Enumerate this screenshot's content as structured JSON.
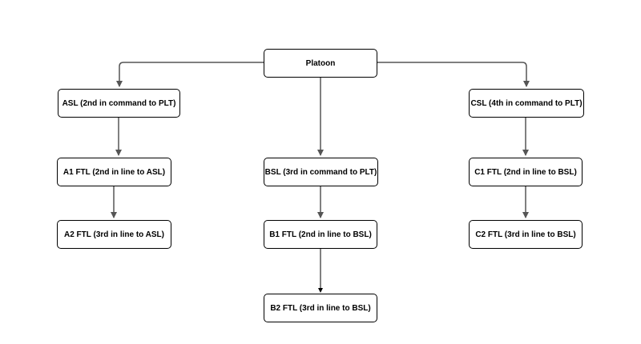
{
  "diagram": {
    "root": {
      "label": "Platoon"
    },
    "squads": [
      {
        "leader": {
          "label": "ASL (2nd in command to PLT)"
        },
        "teams": [
          {
            "label": "A1 FTL (2nd in line to ASL)"
          },
          {
            "label": "A2 FTL (3rd in line to ASL)"
          }
        ]
      },
      {
        "leader": {
          "label": "BSL (3rd in command to PLT)"
        },
        "teams": [
          {
            "label": "B1 FTL (2nd in line to BSL)"
          },
          {
            "label": "B2 FTL (3rd in line to BSL)"
          }
        ]
      },
      {
        "leader": {
          "label": "CSL (4th in command to PLT)"
        },
        "teams": [
          {
            "label": "C1 FTL (2nd in line to BSL)"
          },
          {
            "label": "C2 FTL (3rd in line to BSL)"
          }
        ]
      }
    ]
  }
}
